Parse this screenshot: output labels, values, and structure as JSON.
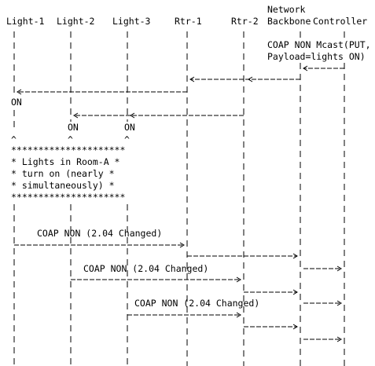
{
  "participants": [
    {
      "id": "light1",
      "label": "Light-1"
    },
    {
      "id": "light2",
      "label": "Light-2"
    },
    {
      "id": "light3",
      "label": "Light-3"
    },
    {
      "id": "rtr1",
      "label": "Rtr-1"
    },
    {
      "id": "rtr2",
      "label": "Rtr-2"
    },
    {
      "id": "backbone",
      "label_line1": "Network",
      "label_line2": "Backbone"
    },
    {
      "id": "controller",
      "label": "Controller"
    }
  ],
  "request_note": {
    "line1": "COAP NON Mcast(PUT,",
    "line2": "Payload=lights ON)"
  },
  "states": {
    "light1_on": "ON",
    "light2_on": "ON",
    "light3_on": "ON"
  },
  "markers": {
    "caret": "^"
  },
  "box": {
    "border": "*********************",
    "line1": "*  Lights in Room-A  *",
    "line2": "*   turn on (nearly  *",
    "line3": "*   simultaneously)  *"
  },
  "responses": {
    "light1": "COAP NON (2.04 Changed)",
    "light2": "COAP NON (2.04 Changed)",
    "light3": "COAP NON (2.04 Changed)"
  }
}
